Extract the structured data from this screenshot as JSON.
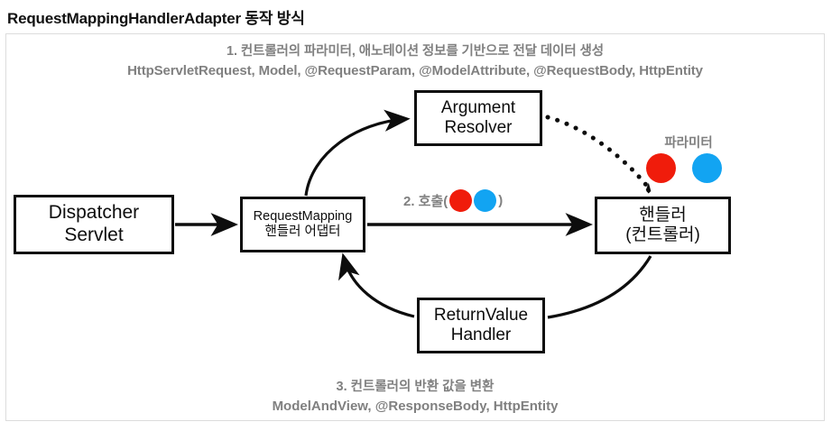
{
  "page": {
    "title": "RequestMappingHandlerAdapter 동작 방식"
  },
  "diagram": {
    "type": "flow-diagram",
    "captions": {
      "step1_line1": "1. 컨트롤러의 파라미터, 애노테이션 정보를 기반으로 전달 데이터 생성",
      "step1_line2": "HttpServletRequest, Model, @RequestParam, @ModelAttribute, @RequestBody, HttpEntity",
      "step2_prefix": "2. 호출(",
      "step2_suffix": ")",
      "step3_line1": "3. 컨트롤러의 반환 값을 변환",
      "step3_line2": "ModelAndView, @ResponseBody, HttpEntity",
      "parameter_label": "파라미터"
    },
    "nodes": [
      {
        "id": "dispatcher-servlet",
        "lines": [
          "Dispatcher",
          "Servlet"
        ]
      },
      {
        "id": "handler-adapter",
        "lines": [
          "RequestMapping",
          "핸들러 어댑터"
        ]
      },
      {
        "id": "argument-resolver",
        "lines": [
          "Argument",
          "Resolver"
        ]
      },
      {
        "id": "handler-controller",
        "lines": [
          "핸들러",
          "(컨트롤러)"
        ]
      },
      {
        "id": "return-value-handler",
        "lines": [
          "ReturnValue",
          "Handler"
        ]
      }
    ],
    "edges": [
      {
        "from": "dispatcher-servlet",
        "to": "handler-adapter",
        "style": "solid",
        "arrow": "end"
      },
      {
        "from": "handler-adapter",
        "to": "argument-resolver",
        "style": "solid",
        "arrow": "end"
      },
      {
        "from": "argument-resolver",
        "to": "handler-controller",
        "style": "dotted",
        "arrow": "end"
      },
      {
        "from": "handler-adapter",
        "to": "handler-controller",
        "style": "solid",
        "arrow": "end"
      },
      {
        "from": "handler-controller",
        "to": "return-value-handler",
        "style": "solid",
        "arrow": "none"
      },
      {
        "from": "return-value-handler",
        "to": "handler-adapter",
        "style": "solid",
        "arrow": "end"
      }
    ],
    "colors": {
      "red_dot": "#f01c0b",
      "blue_dot": "#12a4f2",
      "caption_gray": "#808080",
      "stroke_black": "#0d0d0d",
      "frame_border": "#dcdcdc"
    }
  }
}
